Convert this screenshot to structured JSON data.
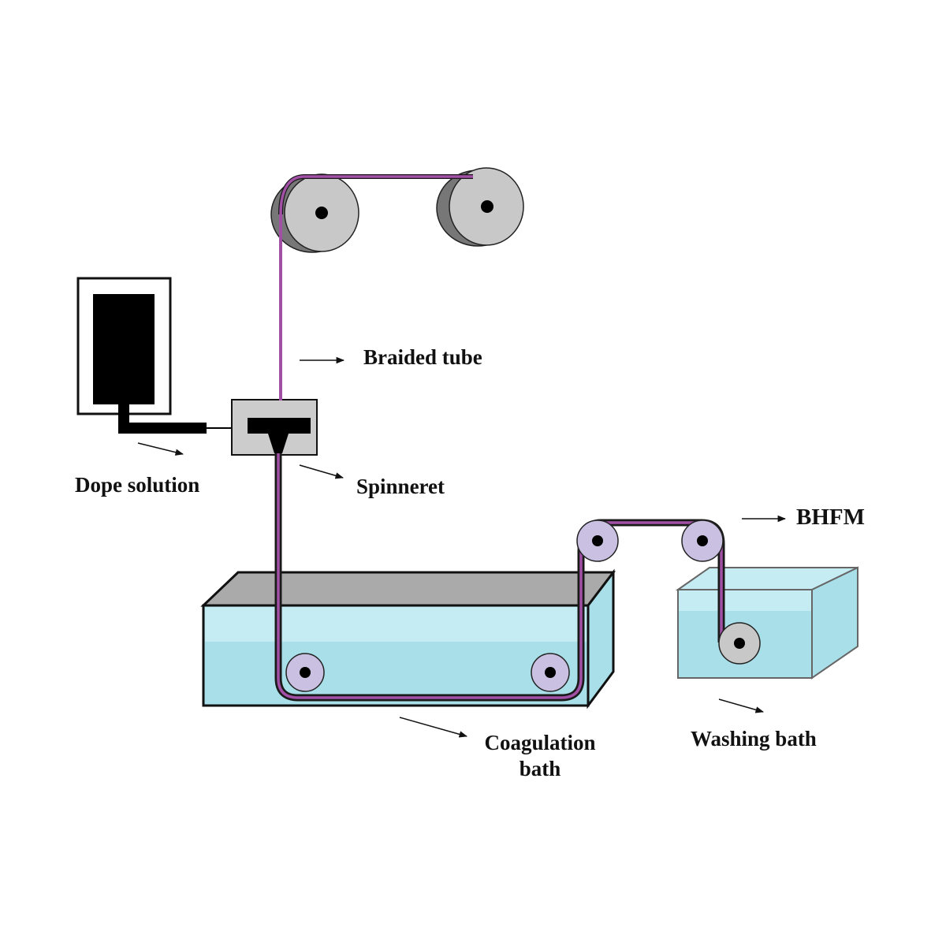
{
  "labels": {
    "braided_tube": "Braided tube",
    "dope_solution": "Dope solution",
    "spinneret": "Spinneret",
    "bhfm": "BHFM",
    "coagulation_bath_line1": "Coagulation",
    "coagulation_bath_line2": "bath",
    "washing_bath": "Washing bath"
  },
  "colors": {
    "fiber": "#a24fa6",
    "fiber_dark": "#1a1a1a",
    "water": "#a8dfe9",
    "water_light": "#c5ecf3",
    "tank_top": "#aaaaaa",
    "roller_gray": "#c8c8c8",
    "roller_dark": "#777777",
    "roller_purple": "#c9c0e2",
    "spinneret_box": "#cccccc"
  }
}
